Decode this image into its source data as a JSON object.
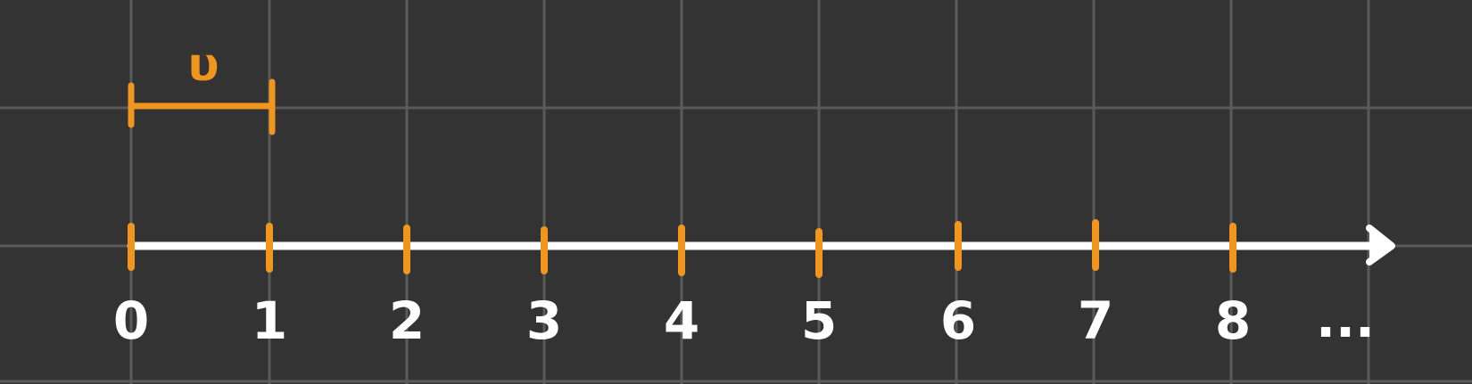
{
  "colors": {
    "background": "#333333",
    "grid": "#5a5a5a",
    "axis": "#ffffff",
    "accent": "#f0961e",
    "label": "#ffffff"
  },
  "unit_marker": {
    "label": "υ"
  },
  "number_line": {
    "labels": [
      "0",
      "1",
      "2",
      "3",
      "4",
      "5",
      "6",
      "7",
      "8"
    ],
    "continuation": "...",
    "arrow_icon": "arrow-right-icon"
  }
}
